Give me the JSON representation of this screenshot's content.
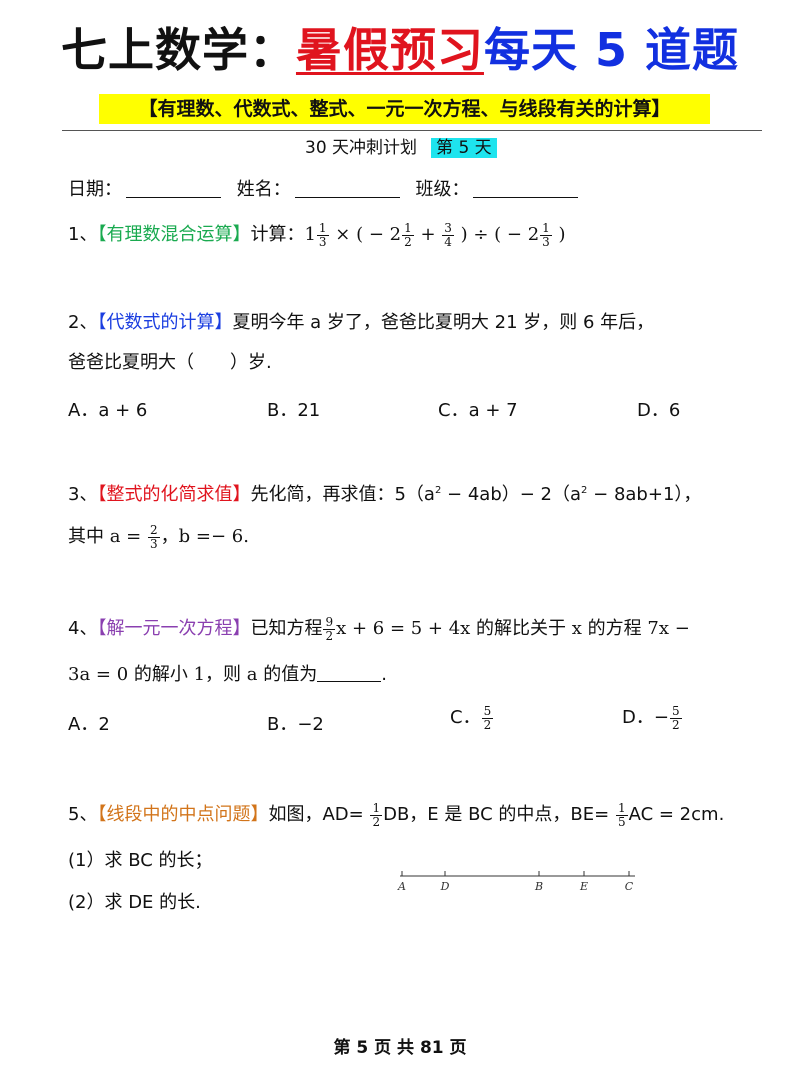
{
  "header": {
    "title_part1": "七上数学：",
    "title_part2": "暑假预习",
    "title_part3": "每天 5 道题",
    "subtitle": "【有理数、代数式、整式、一元一次方程、与线段有关的计算】",
    "plan": "30 天冲刺计划",
    "day_badge": "第 5 天"
  },
  "info": {
    "date_label": "日期：",
    "name_label": "姓名：",
    "class_label": "班级："
  },
  "q1": {
    "num": "1、",
    "tag": "【有理数混合运算】",
    "lead": "计算：",
    "e1": "1",
    "f1n": "1",
    "f1d": "3",
    "e2": " × ( − 2",
    "f2n": "1",
    "f2d": "2",
    "e3": " + ",
    "f3n": "3",
    "f3d": "4",
    "e4": " ) ÷ ( − 2",
    "f4n": "1",
    "f4d": "3",
    "e5": " )"
  },
  "q2": {
    "num": "2、",
    "tag": "【代数式的计算】",
    "line1": "夏明今年 a 岁了，爸爸比夏明大 21 岁，则 6 年后，",
    "line2": "爸爸比夏明大（　　）岁.",
    "opt_a": "A．a + 6",
    "opt_b": "B．21",
    "opt_c": "C．a + 7",
    "opt_d": "D．6"
  },
  "q3": {
    "num": "3、",
    "tag": "【整式的化简求值】",
    "t1": "先化简，再求值：5（a",
    "sup1": "2",
    "t2": " − 4ab）− 2（a",
    "sup2": "2",
    "t3": " − 8ab+1），",
    "l2a": "其中 a = ",
    "fn": "2",
    "fd": "3",
    "l2b": "，b =− 6."
  },
  "q4": {
    "num": "4、",
    "tag": "【解一元一次方程】",
    "t1": "已知方程",
    "fn": "9",
    "fd": "2",
    "t2": "x + 6 = 5 + 4x 的解比关于 x 的方程 7x −",
    "line2": "3a = 0 的解小 1，则 a 的值为",
    "line2_end": ".",
    "opt_a": "A．2",
    "opt_b": "B．−2",
    "opt_c_pre": "C．",
    "opt_c_n": "5",
    "opt_c_d": "2",
    "opt_d_pre": "D．−",
    "opt_d_n": "5",
    "opt_d_d": "2"
  },
  "q5": {
    "num": "5、",
    "tag": "【线段中的中点问题】",
    "t1": "如图，AD= ",
    "f1n": "1",
    "f1d": "2",
    "t2": "DB，E 是 BC 的中点，BE= ",
    "f2n": "1",
    "f2d": "5",
    "t3": "AC = 2cm.",
    "sub1": "(1）求 BC 的长；",
    "sub2": "(2）求 DE 的长.",
    "points": [
      "A",
      "D",
      "B",
      "E",
      "C"
    ]
  },
  "footer": "第 5 页 共 81 页"
}
